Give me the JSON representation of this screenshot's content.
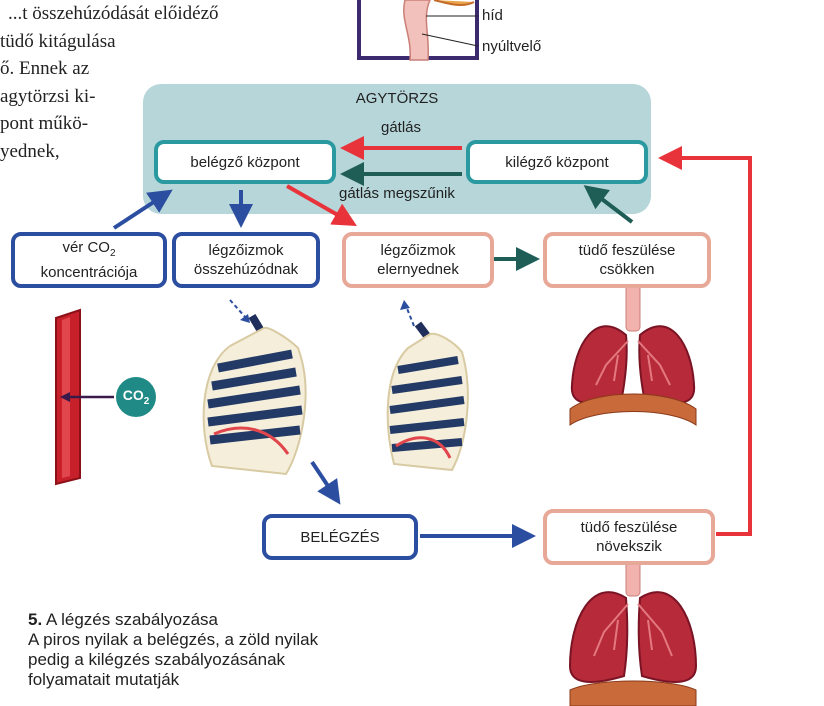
{
  "intro_lines": [
    "...t összehúzódását előidéző",
    "tüdő kitágulása",
    "ő. Ennek az",
    "agytörzsi ki-",
    "pont műkö-",
    "yednek,"
  ],
  "top_labels": {
    "bridge": "híd",
    "spinal_cord": "nyúltvelő"
  },
  "brainstem": {
    "title": "AGYTÖRZS",
    "inhibition": "gátlás",
    "inhibition_stops": "gátlás megszűnik"
  },
  "boxes": {
    "inhale_center": "belégző központ",
    "exhale_center": "kilégző központ",
    "blood_co2_line1": "vér CO",
    "blood_co2_sub": "2",
    "blood_co2_line2": "koncentrációja",
    "muscles_contract_line1": "légzőizmok",
    "muscles_contract_line2": "összehúzódnak",
    "muscles_relax_line1": "légzőizmok",
    "muscles_relax_line2": "elernyednek",
    "lung_tension_decrease_line1": "tüdő feszülése",
    "lung_tension_decrease_line2": "csökken",
    "inhalation": "BELÉGZÉS",
    "lung_tension_increase_line1": "tüdő feszülése",
    "lung_tension_increase_line2": "növekszik"
  },
  "co2_badge": {
    "text": "CO",
    "sub": "2"
  },
  "caption": {
    "number": "5.",
    "title": "A légzés szabályozása",
    "line1": "A piros nyilak a belégzés, a zöld nyilak",
    "line2": "pedig a kilégzés szabályozásának",
    "line3": "folyamatait mutatják"
  },
  "colors": {
    "red": "#e8333a",
    "green": "#1e5e56",
    "blue": "#2b4ea0",
    "teal": "#2a9aa0",
    "salmon": "#e8a898"
  }
}
